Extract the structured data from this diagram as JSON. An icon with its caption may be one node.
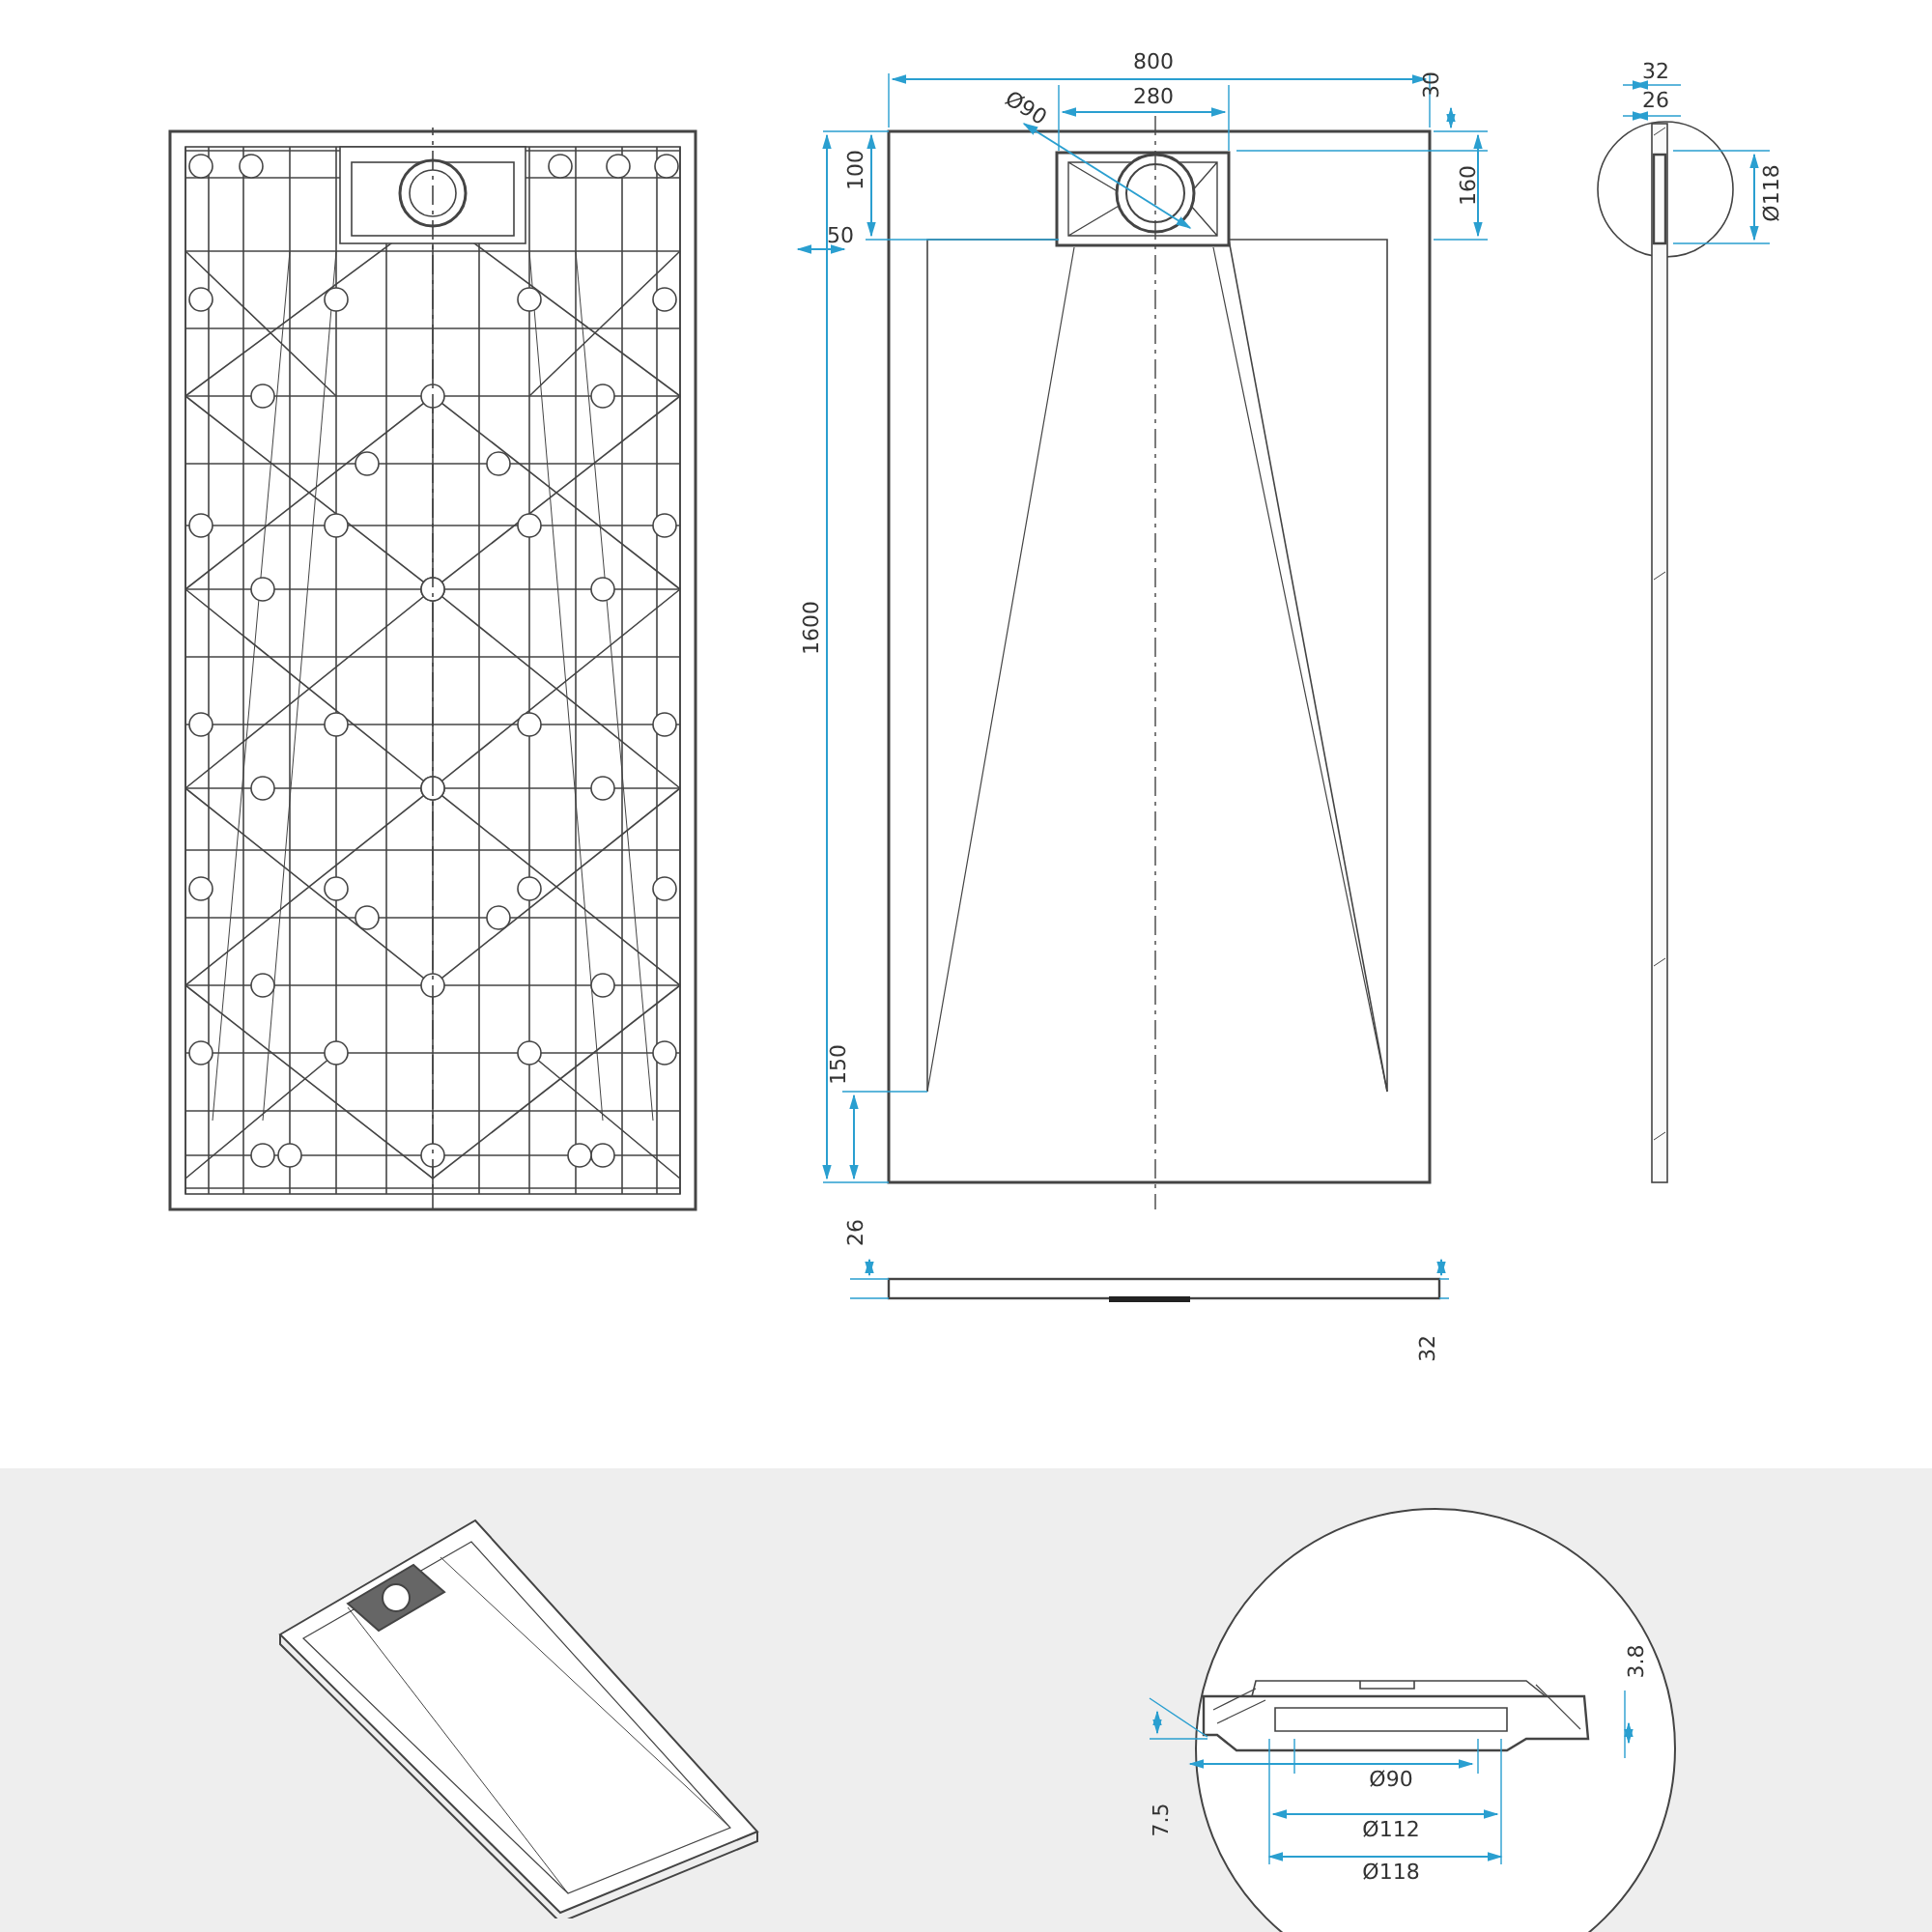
{
  "diagram": {
    "labels": [
      "800",
      "30",
      "32",
      "26",
      "Ø90",
      "280",
      "100",
      "160",
      "Ø118",
      "50",
      "1600",
      "150",
      "26",
      "32",
      "3.8",
      "Ø90",
      "7.5",
      "Ø112",
      "Ø118"
    ]
  }
}
